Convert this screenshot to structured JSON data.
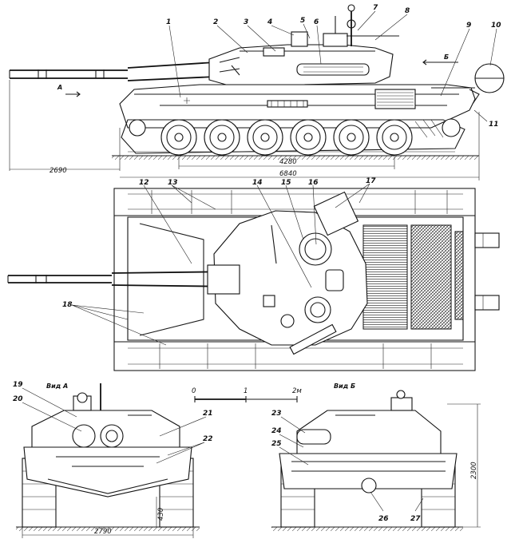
{
  "side_view": {
    "view_mark": "А",
    "dims": {
      "overhang": "2690",
      "hull_length": "6840",
      "wheelbase": "4280"
    },
    "callouts": [
      "1",
      "2",
      "3",
      "4",
      "5",
      "6",
      "7",
      "8",
      "9",
      "10",
      "11"
    ]
  },
  "top_view": {
    "callouts": [
      "12",
      "13",
      "14",
      "15",
      "16",
      "17",
      "18"
    ]
  },
  "scale_bar": {
    "start": "0",
    "mid": "1",
    "end": "2м"
  },
  "front_view": {
    "title": "Вид А",
    "dims": {
      "width": "2790",
      "clearance": "430"
    },
    "callouts": [
      "19",
      "20",
      "21",
      "22"
    ]
  },
  "rear_view": {
    "title": "Вид Б",
    "side_mark": "Б",
    "dims": {
      "height": "2300"
    },
    "callouts": [
      "23",
      "24",
      "25",
      "26",
      "27"
    ]
  }
}
